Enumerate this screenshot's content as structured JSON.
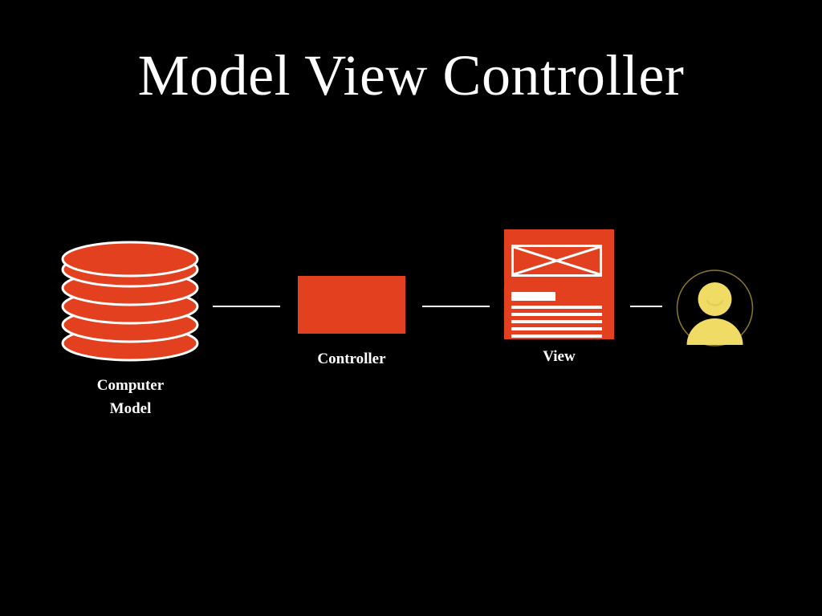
{
  "slide": {
    "title": "Model View Controller",
    "background_color": "#000000",
    "title_color": "#ffffff"
  },
  "palette": {
    "accent_red": "#e2401e",
    "avatar_yellow": "#f0db65",
    "avatar_outline": "#8a7a2a",
    "line_white": "#ffffff"
  },
  "diagram": {
    "type": "flow",
    "nodes": [
      {
        "id": "model",
        "label": "Computer\nModel",
        "icon": "database-stack-icon",
        "color": "#e2401e",
        "layers": 6
      },
      {
        "id": "controller",
        "label": "Controller",
        "icon": "rectangle-icon",
        "color": "#e2401e"
      },
      {
        "id": "view",
        "label": "View",
        "icon": "web-page-icon",
        "color": "#e2401e",
        "text_lines": 5
      },
      {
        "id": "user",
        "label": "",
        "icon": "user-avatar-icon",
        "color": "#f0db65"
      }
    ],
    "connectors": [
      {
        "id": "model-to-controller",
        "from": "model",
        "to": "controller",
        "style": "line"
      },
      {
        "id": "controller-to-view",
        "from": "controller",
        "to": "view",
        "style": "line"
      },
      {
        "id": "view-to-user",
        "from": "view",
        "to": "user",
        "style": "line"
      }
    ]
  }
}
